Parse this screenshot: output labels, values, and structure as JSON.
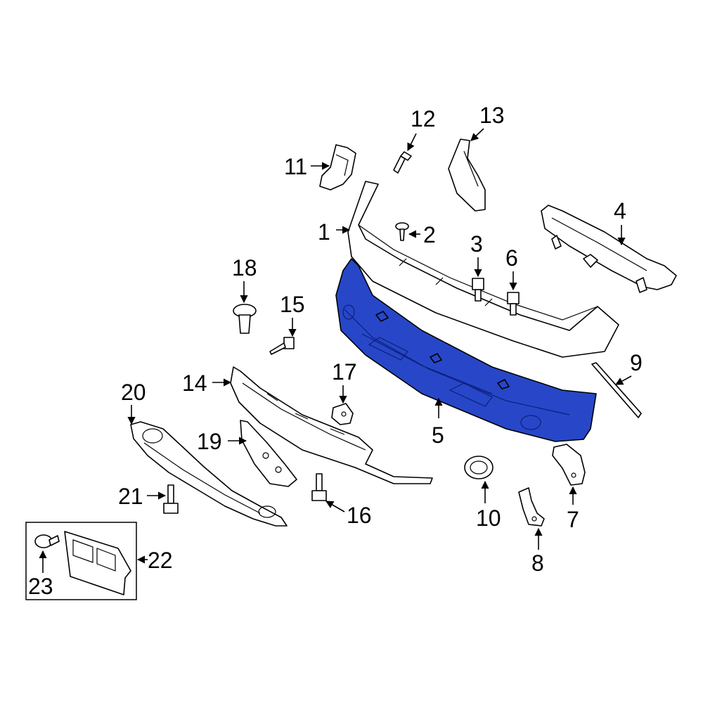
{
  "diagram": {
    "highlight_color": "#2747c8",
    "callouts": [
      {
        "id": "c1",
        "label": "1"
      },
      {
        "id": "c2",
        "label": "2"
      },
      {
        "id": "c3",
        "label": "3"
      },
      {
        "id": "c4",
        "label": "4"
      },
      {
        "id": "c5",
        "label": "5"
      },
      {
        "id": "c6",
        "label": "6"
      },
      {
        "id": "c7",
        "label": "7"
      },
      {
        "id": "c8",
        "label": "8"
      },
      {
        "id": "c9",
        "label": "9"
      },
      {
        "id": "c10",
        "label": "10"
      },
      {
        "id": "c11",
        "label": "11"
      },
      {
        "id": "c12",
        "label": "12"
      },
      {
        "id": "c13",
        "label": "13"
      },
      {
        "id": "c14",
        "label": "14"
      },
      {
        "id": "c15",
        "label": "15"
      },
      {
        "id": "c16",
        "label": "16"
      },
      {
        "id": "c17",
        "label": "17"
      },
      {
        "id": "c18",
        "label": "18"
      },
      {
        "id": "c19",
        "label": "19"
      },
      {
        "id": "c20",
        "label": "20"
      },
      {
        "id": "c21",
        "label": "21"
      },
      {
        "id": "c22",
        "label": "22"
      },
      {
        "id": "c23",
        "label": "23"
      }
    ]
  }
}
